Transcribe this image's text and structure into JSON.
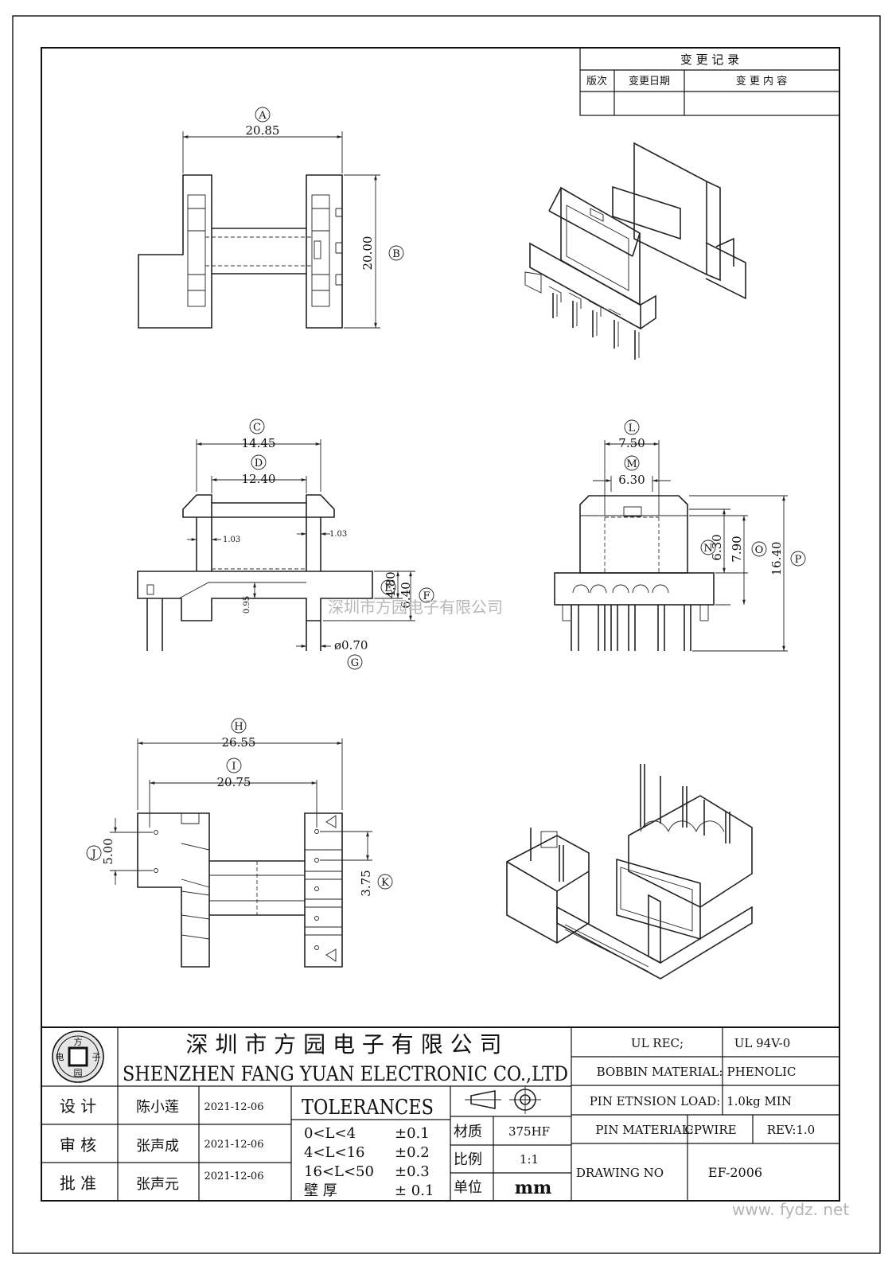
{
  "revision_table": {
    "title": "变 更 记 录",
    "headers": [
      "版次",
      "变更日期",
      "变 更 内 容"
    ],
    "rows": [
      [
        "",
        "",
        ""
      ]
    ]
  },
  "dimensions": {
    "A": "20.85",
    "B": "20.00",
    "C": "14.45",
    "D": "12.40",
    "side_wall_left": "1.03",
    "side_wall_right": "1.03",
    "E": "4.80",
    "F": "6.40",
    "inner": "0.95",
    "G": "ø0.70",
    "L": "7.50",
    "M": "6.30",
    "N": "6.30",
    "O": "7.90",
    "P": "16.40",
    "H": "26.55",
    "I": "20.75",
    "J": "5.00",
    "K": "3.75"
  },
  "balloons": {
    "A": "A",
    "B": "B",
    "C": "C",
    "D": "D",
    "E": "E",
    "F": "F",
    "G": "G",
    "H": "H",
    "I": "I",
    "J": "J",
    "K": "K",
    "L": "L",
    "M": "M",
    "N": "N",
    "O": "O",
    "P": "P"
  },
  "watermark_center": "深圳市方园电子有限公司",
  "watermark_corner": "www. fydz. net",
  "logo": {
    "top": "方",
    "left": "电",
    "right": "子",
    "bottom": "园"
  },
  "company": {
    "name_cn": "深 圳 市 方 园 电 子 有 限 公 司",
    "name_en": "SHENZHEN FANG YUAN ELECTRONIC CO.,LTD"
  },
  "approvals": [
    {
      "role": "设  计",
      "name": "陈小莲",
      "date": "2021-12-06"
    },
    {
      "role": "审  核",
      "name": "张声成",
      "date": "2021-12-06"
    },
    {
      "role": "批  准",
      "name": "张声元",
      "date": "2021-12-06"
    }
  ],
  "tolerances": {
    "title": "TOLERANCES",
    "rows": [
      {
        "range": "0<L<4",
        "value": "±0.1"
      },
      {
        "range": "4<L<16",
        "value": "±0.2"
      },
      {
        "range": "16<L<50",
        "value": "±0.3"
      },
      {
        "range": "壁  厚",
        "value": "± 0.1"
      }
    ]
  },
  "spec": {
    "material_label": "材质",
    "material_value": "375HF",
    "scale_label": "比例",
    "scale_value": "1:1",
    "unit_label": "单位",
    "unit_value": "mm"
  },
  "right_block": {
    "ul_rec_label": "UL REC;",
    "ul_rec_value": "UL  94V-0",
    "bobbin_material_label": "BOBBIN MATERIAL:",
    "bobbin_material_value": "PHENOLIC",
    "pin_load_label": "PIN ETNSION LOAD:",
    "pin_load_value": "1.0kg MIN",
    "pin_material_label": "PIN MATERIAL:",
    "pin_material_value": "CPWIRE",
    "rev": "REV:1.0",
    "drawing_no_label": "DRAWING NO",
    "drawing_no_value": "EF-2006"
  }
}
